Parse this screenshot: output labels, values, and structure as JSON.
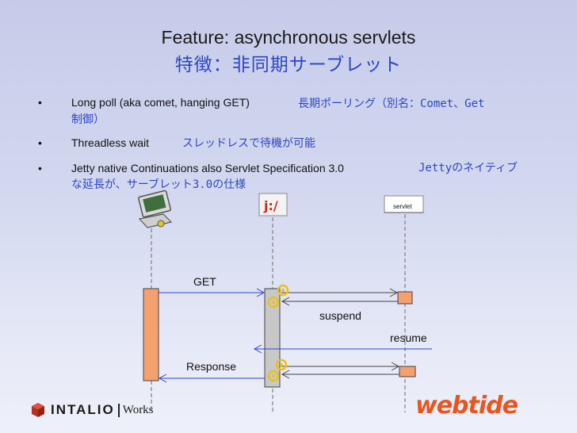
{
  "title": {
    "en": "Feature: asynchronous servlets",
    "ja": "特徴：非同期サーブレット"
  },
  "bullets": [
    {
      "marker": "•",
      "text": "Long poll (aka comet, hanging GET)",
      "ja_inline": "長期ポーリング（別名：Comet、Get",
      "ja_cont": "制御）"
    },
    {
      "marker": "•",
      "text": "Threadless wait",
      "ja_inline": "スレッドレスで待機が可能",
      "ja_cont": ""
    },
    {
      "marker": "•",
      "text": "Jetty native Continuations also Servlet Specification 3.0",
      "ja_inline": "Jettyのネイティブ",
      "ja_cont": "な延長が、サーブレット3.0の仕様"
    }
  ],
  "diagram": {
    "servlet_label": "servlet",
    "labels": {
      "get": "GET",
      "suspend": "suspend",
      "resume": "resume",
      "response": "Response"
    },
    "jetty_logo_text": "j:/",
    "colors": {
      "activation_orange": "#f5a06f",
      "activation_gray": "#c8c8c8",
      "arrow_blue": "#2e46c4",
      "gear_yellow": "#e8c21a"
    }
  },
  "footer": {
    "intalio": "INTALIO",
    "works": "Works",
    "webtide": "webtide"
  }
}
